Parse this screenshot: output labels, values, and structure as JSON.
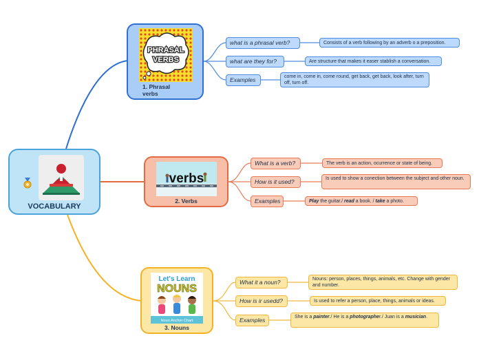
{
  "colors": {
    "blue": "#2e6fd4",
    "red": "#e36a44",
    "yellow": "#f4b223",
    "root": "#4aa3d8"
  },
  "root": {
    "label": "VOCABULARY",
    "icon": "medal-icon"
  },
  "topics": [
    {
      "label": "1. Phrasal verbs",
      "image_text_1": "PHRASAL",
      "image_text_2": "VERBS",
      "items": [
        {
          "question": "what is a phrasal verb?",
          "answer": "Consists of a verb following by an adverb o a preposition."
        },
        {
          "question": "what are they for?",
          "answer": "Are structure that makes it easer stablish a conversation."
        },
        {
          "question": "Examples",
          "answer": "come in, come in, come round, get back, get back, look after, turn off, turn off."
        }
      ]
    },
    {
      "label": "2. Verbs",
      "image_text": "verbs",
      "items": [
        {
          "question": "What is a verb?",
          "answer": "The verb is an action, ocurrence or state of being."
        },
        {
          "question": "How is it used?",
          "answer": "Is used to show a conection between the subject and other noun."
        },
        {
          "question": "Examples",
          "answer_parts": [
            "Play",
            " the guitar./ ",
            "read",
            " a book. / ",
            "take",
            " a photo."
          ]
        }
      ]
    },
    {
      "label": "3. Nouns",
      "image_text_1": "Let's Learn",
      "image_text_2": "NOUNS",
      "image_text_3": "Noun Anchor Chart",
      "items": [
        {
          "question": "What it a noun?",
          "answer": "Nouns: person, places, things, animals, etc. Change with gender and number."
        },
        {
          "question": "How is ir usedd?",
          "answer": "Is used to refer a person, place, things, animals or ideas."
        },
        {
          "question": "Examples",
          "answer_parts": [
            "She is a ",
            "painter",
            "./ He is a ",
            "photographe",
            "r./ Juan is a ",
            "musician",
            "."
          ]
        }
      ]
    }
  ]
}
